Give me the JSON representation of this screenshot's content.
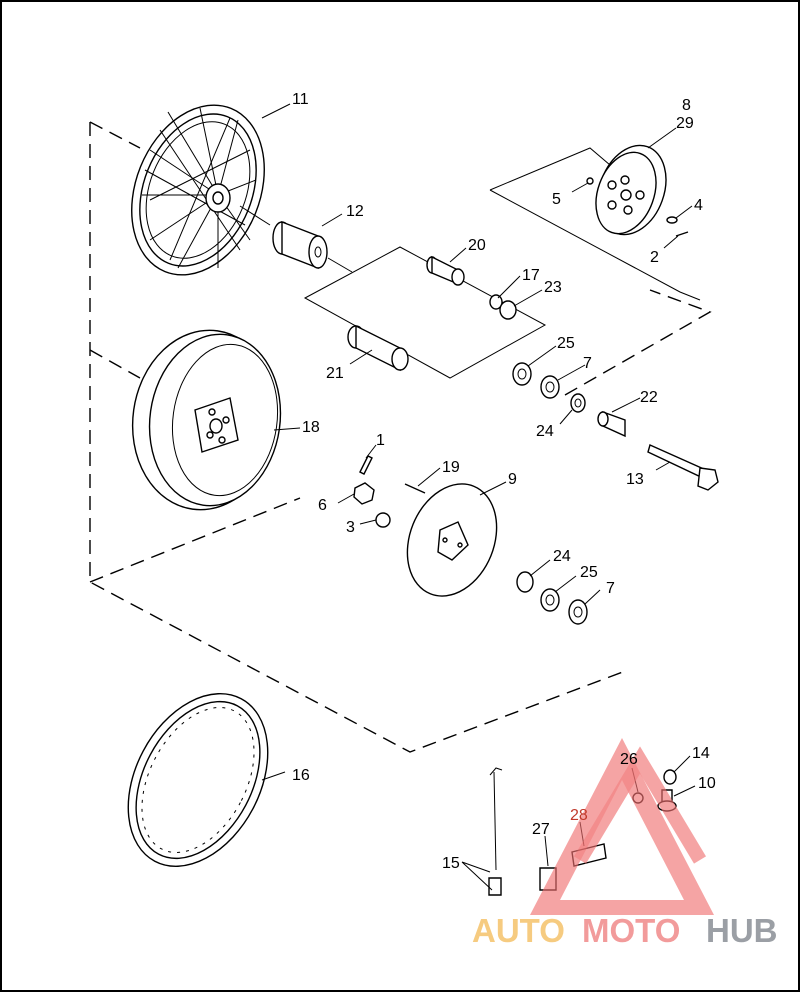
{
  "callouts": [
    {
      "id": "11",
      "label": "11"
    },
    {
      "id": "12",
      "label": "12"
    },
    {
      "id": "8",
      "label": "8"
    },
    {
      "id": "29",
      "label": "29"
    },
    {
      "id": "5",
      "label": "5"
    },
    {
      "id": "4",
      "label": "4"
    },
    {
      "id": "2",
      "label": "2"
    },
    {
      "id": "20",
      "label": "20"
    },
    {
      "id": "17",
      "label": "17"
    },
    {
      "id": "23",
      "label": "23"
    },
    {
      "id": "21",
      "label": "21"
    },
    {
      "id": "25a",
      "label": "25"
    },
    {
      "id": "7a",
      "label": "7"
    },
    {
      "id": "22",
      "label": "22"
    },
    {
      "id": "24a",
      "label": "24"
    },
    {
      "id": "13",
      "label": "13"
    },
    {
      "id": "18",
      "label": "18"
    },
    {
      "id": "1",
      "label": "1"
    },
    {
      "id": "19",
      "label": "19"
    },
    {
      "id": "9",
      "label": "9"
    },
    {
      "id": "6",
      "label": "6"
    },
    {
      "id": "3",
      "label": "3"
    },
    {
      "id": "24b",
      "label": "24"
    },
    {
      "id": "25b",
      "label": "25"
    },
    {
      "id": "7b",
      "label": "7"
    },
    {
      "id": "16",
      "label": "16"
    },
    {
      "id": "26",
      "label": "26"
    },
    {
      "id": "14",
      "label": "14"
    },
    {
      "id": "10",
      "label": "10"
    },
    {
      "id": "28",
      "label": "28"
    },
    {
      "id": "27",
      "label": "27"
    },
    {
      "id": "15",
      "label": "15"
    }
  ],
  "watermark": {
    "part1": "AUTO",
    "part2": "MOTO",
    "part3": "HUB",
    "color_auto": "#f5c26b",
    "color_moto": "#f08a8a",
    "color_hub": "#8a8f96",
    "logo_color": "#f07070"
  }
}
